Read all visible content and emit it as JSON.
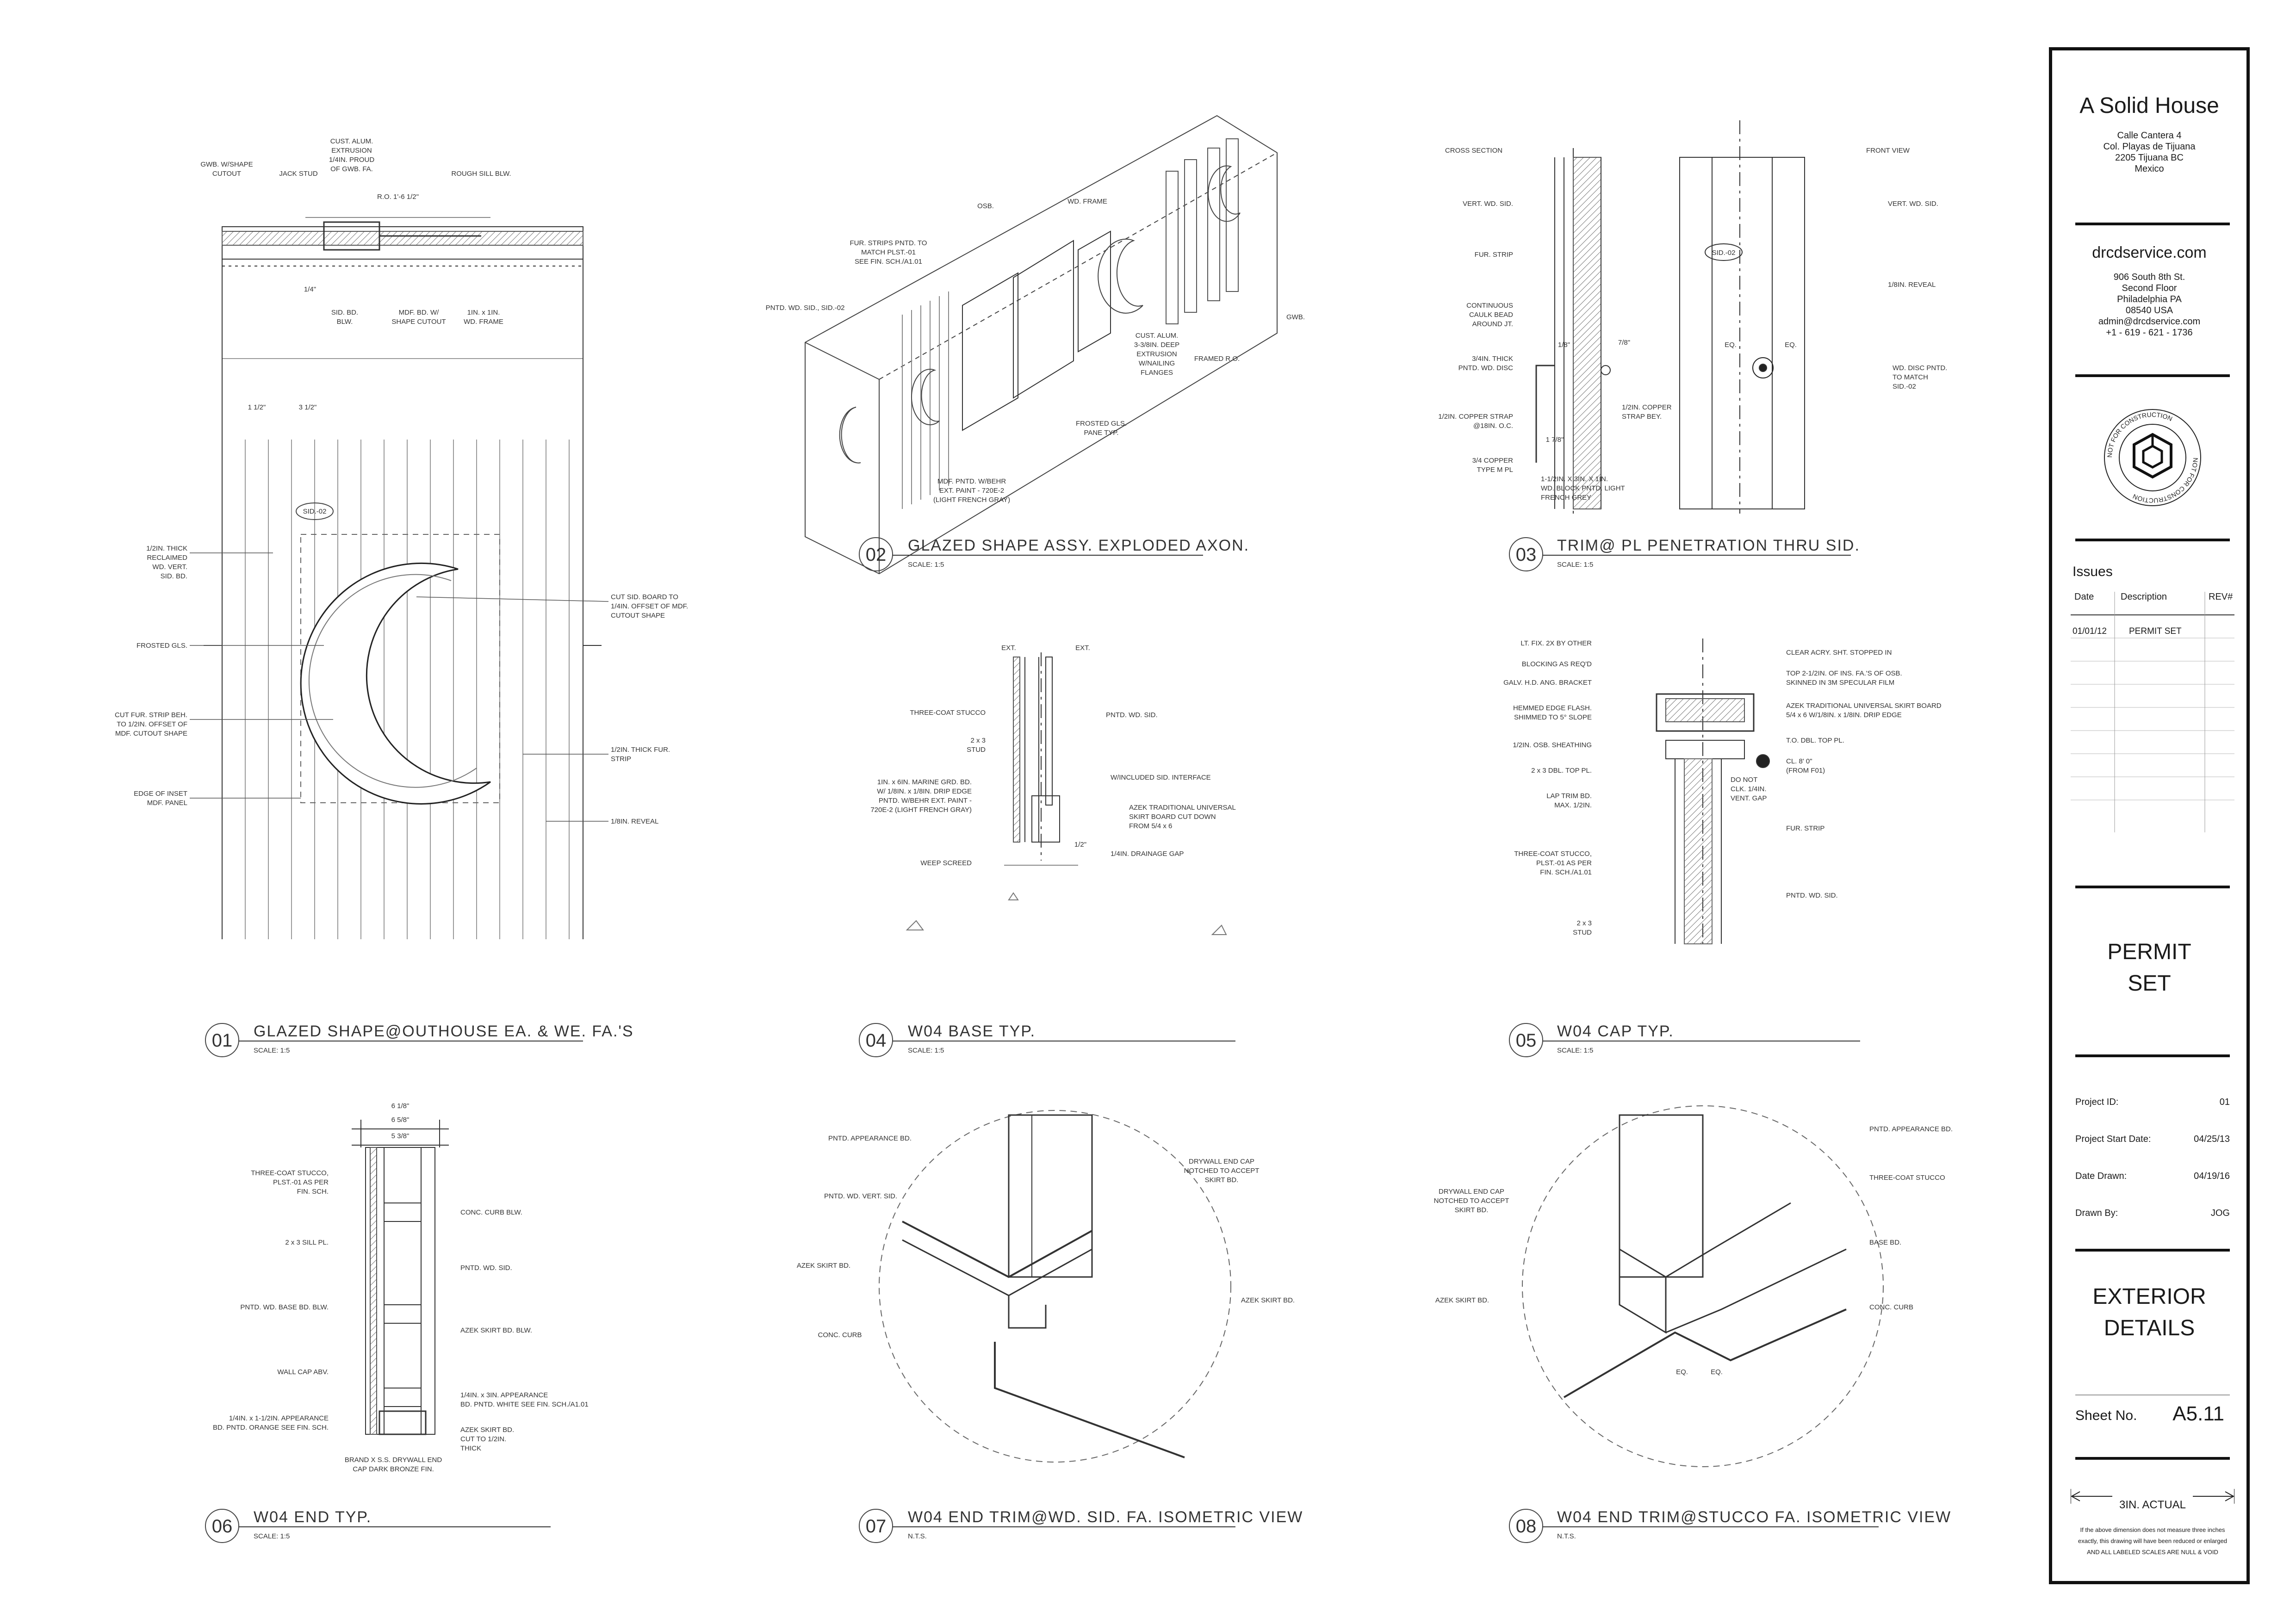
{
  "details": [
    {
      "num": "01",
      "title": "GLAZED SHAPE@OUTHOUSE EA. & WE. FA.'S",
      "scale": "SCALE: 1:5"
    },
    {
      "num": "02",
      "title": "GLAZED SHAPE ASSY. EXPLODED AXON.",
      "scale": "SCALE: 1:5"
    },
    {
      "num": "03",
      "title": "TRIM@ PL PENETRATION THRU SID.",
      "scale": "SCALE: 1:5"
    },
    {
      "num": "04",
      "title": "W04 BASE TYP.",
      "scale": "SCALE: 1:5"
    },
    {
      "num": "05",
      "title": "W04 CAP TYP.",
      "scale": "SCALE: 1:5"
    },
    {
      "num": "06",
      "title": "W04 END TYP.",
      "scale": "SCALE: 1:5"
    },
    {
      "num": "07",
      "title": "W04 END TRIM@WD. SID. FA. ISOMETRIC VIEW",
      "scale": "N.T.S."
    },
    {
      "num": "08",
      "title": "W04 END TRIM@STUCCO FA. ISOMETRIC VIEW",
      "scale": "N.T.S."
    }
  ],
  "d01": {
    "gwb": "GWB. W/SHAPE",
    "cutout": "CUTOUT",
    "jack": "JACK STUD",
    "alum1": "CUST. ALUM.",
    "alum2": "EXTRUSION",
    "alum3": "1/4IN. PROUD",
    "alum4": "OF GWB. FA.",
    "rough": "ROUGH SILL BLW.",
    "ro": "R.O. 1'-6 1/2\"",
    "quarter": "1/4\"",
    "sid1": "SID. BD.",
    "sid2": "BLW.",
    "mdf1": "MDF. BD. W/",
    "mdf2": "SHAPE CUTOUT",
    "frame1": "1IN. x 1IN.",
    "frame2": "WD. FRAME",
    "dim1": "1 1/2\"",
    "dim2": "3 1/2\"",
    "tag": "SID.-02",
    "thick1": "1/2IN. THICK",
    "thick2": "RECLAIMED",
    "thick3": "WD. VERT.",
    "thick4": "SID. BD.",
    "frosted": "FROSTED GLS.",
    "cutfur1": "CUT FUR. STRIP BEH.",
    "cutfur2": "TO 1/2IN. OFFSET OF",
    "cutfur3": "MDF. CUTOUT SHAPE",
    "edge1": "EDGE OF INSET",
    "edge2": "MDF. PANEL",
    "cutsid1": "CUT SID. BOARD TO",
    "cutsid2": "1/4IN. OFFSET OF MDF.",
    "cutsid3": "CUTOUT SHAPE",
    "furstrip1": "1/2IN. THICK FUR.",
    "furstrip2": "STRIP",
    "reveal": "1/8IN. REVEAL"
  },
  "d02": {
    "osb": "OSB.",
    "wdframe": "WD. FRAME",
    "fur1": "FUR. STRIPS PNTD. TO",
    "fur2": "MATCH PLST.-01",
    "fur3": "SEE FIN. SCH./A1.01",
    "pntd": "PNTD. WD. SID., SID.-02",
    "gwb": "GWB.",
    "alum1": "CUST. ALUM.",
    "alum2": "3-3/8IN. DEEP",
    "alum3": "EXTRUSION",
    "alum4": "W/NAILING",
    "alum5": "FLANGES",
    "framed": "FRAMED R.O.",
    "gls1": "FROSTED GLS.",
    "gls2": "PANE TYP.",
    "mdf1": "MDF. PNTD. W/BEHR",
    "mdf2": "EXT. PAINT - 720E-2",
    "mdf3": "(LIGHT FRENCH GRAY)"
  },
  "d03": {
    "cross": "CROSS SECTION",
    "front": "FRONT VIEW",
    "vert": "VERT. WD. SID.",
    "fur": "FUR. STRIP",
    "caulk1": "CONTINUOUS",
    "caulk2": "CAULK BEAD",
    "caulk3": "AROUND JT.",
    "disc1": "3/4IN. THICK",
    "disc2": "PNTD. WD. DISC",
    "strap1": "1/2IN. COPPER STRAP",
    "strap2": "@18IN. O.C.",
    "pipe1": "3/4 COPPER",
    "pipe2": "TYPE M PL",
    "block1": "1-1/2IN. X 3IN. X 1IN.",
    "block2": "WD. BLOCK PNTD. LIGHT",
    "block3": "FRENCH GREY",
    "cstrap1": "1/2IN. COPPER",
    "cstrap2": "STRAP BEY.",
    "vert2": "VERT. WD. SID.",
    "reveal": "1/8IN. REVEAL",
    "tag": "SID.-02",
    "wdisc1": "WD. DISC PNTD.",
    "wdisc2": "TO MATCH",
    "wdisc3": "SID.-02",
    "d1": "1/8\"",
    "d2": "7/8\"",
    "d3": "1 7/8\"",
    "eq": "EQ."
  },
  "d04": {
    "ext": "EXT.",
    "stucco": "THREE-COAT STUCCO",
    "pntd": "PNTD. WD. SID.",
    "stud1": "2 x 3",
    "stud2": "STUD",
    "marine1": "1IN. x 6IN. MARINE GRD. BD.",
    "marine2": "W/ 1/8IN. x 1/8IN. DRIP EDGE",
    "marine3": "PNTD. W/BEHR EXT. PAINT -",
    "marine4": "720E-2 (LIGHT FRENCH GRAY)",
    "interface": "W/INCLUDED SID. INTERFACE",
    "azek1": "AZEK TRADITIONAL UNIVERSAL",
    "azek2": "SKIRT BOARD CUT DOWN",
    "azek3": "FROM 5/4 x 6",
    "gap": "1/4IN. DRAINAGE GAP",
    "weep": "WEEP SCREED",
    "d1": "1/2\""
  },
  "d05": {
    "lt": "LT. FIX. 2X BY OTHER",
    "blocking": "BLOCKING AS REQ'D",
    "galv": "GALV. H.D. ANG. BRACKET",
    "hemmed1": "HEMMED EDGE FLASH.",
    "hemmed2": "SHIMMED TO 5° SLOPE",
    "osb": "1/2IN. OSB. SHEATHING",
    "dbl": "2 x 3 DBL. TOP PL.",
    "lap1": "LAP TRIM BD.",
    "lap2": "MAX. 1/2IN.",
    "stucco1": "THREE-COAT STUCCO,",
    "stucco2": "PLST.-01 AS PER",
    "stucco3": "FIN. SCH./A1.01",
    "stud1": "2 x 3",
    "stud2": "STUD",
    "clear": "CLEAR ACRY. SHT. STOPPED IN",
    "top1": "TOP 2-1/2IN. OF INS. FA.'S OF OSB.",
    "top2": "SKINNED IN 3M SPECULAR FILM",
    "azek1": "AZEK TRADITIONAL UNIVERSAL SKIRT BOARD",
    "azek2": "5/4 x 6 W/1/8IN. x 1/8IN. DRIP EDGE",
    "to": "T.O. DBL. TOP PL.",
    "cl1": "CL. 8' 0\"",
    "cl2": "(FROM F01)",
    "caulk1": "DO NOT",
    "caulk2": "CLK. 1/4IN.",
    "caulk3": "VENT. GAP",
    "fur": "FUR. STRIP",
    "pntd": "PNTD. WD. SID."
  },
  "d06": {
    "w1": "6 1/8\"",
    "w2": "6 5/8\"",
    "w3": "5 3/8\"",
    "stucco1": "THREE-COAT STUCCO,",
    "stucco2": "PLST.-01 AS PER",
    "stucco3": "FIN. SCH.",
    "sill": "2 x 3 SILL PL.",
    "base": "PNTD. WD. BASE BD. BLW.",
    "cap": "WALL CAP ABV.",
    "app1": "1/4IN. x 1-1/2IN. APPEARANCE",
    "app2": "BD. PNTD. ORANGE SEE FIN. SCH.",
    "brand1": "BRAND X S.S. DRYWALL END",
    "brand2": "CAP DARK BRONZE FIN.",
    "curb": "CONC. CURB BLW.",
    "pntd": "PNTD. WD. SID.",
    "azek": "AZEK SKIRT BD. BLW.",
    "app3": "1/4IN. x 3IN. APPEARANCE",
    "app4": "BD. PNTD. WHITE SEE FIN. SCH./A1.01",
    "skirt1": "AZEK SKIRT BD.",
    "skirt2": "CUT TO 1/2IN.",
    "skirt3": "THICK"
  },
  "d07": {
    "app": "PNTD. APPEARANCE BD.",
    "vert": "PNTD. WD. VERT. SID.",
    "azek": "AZEK SKIRT BD.",
    "curb": "CONC. CURB",
    "dry1": "DRYWALL END CAP",
    "dry2": "NOTCHED TO ACCEPT",
    "dry3": "SKIRT BD.",
    "azek2": "AZEK SKIRT BD."
  },
  "d08": {
    "dry1": "DRYWALL END CAP",
    "dry2": "NOTCHED TO ACCEPT",
    "dry3": "SKIRT BD.",
    "azek": "AZEK SKIRT BD.",
    "app": "PNTD. APPEARANCE BD.",
    "stucco": "THREE-COAT STUCCO",
    "base": "BASE BD.",
    "curb": "CONC. CURB",
    "eq": "EQ."
  },
  "titleblock": {
    "firm": "A Solid House",
    "addr": [
      "Calle Cantera 4",
      "Col. Playas de Tijuana",
      "2205 Tijuana BC",
      "Mexico"
    ],
    "site": "drcdservice.com",
    "addr2": [
      "906 South 8th St.",
      "Second Floor",
      "Philadelphia PA",
      "08540 USA",
      "admin@drcdservice.com",
      "+1 - 619 - 621 - 1736"
    ],
    "stamp": "NOT FOR CONSTRUCTION",
    "issues": "Issues",
    "cols": [
      "Date",
      "Description",
      "REV#"
    ],
    "rows": [
      {
        "date": "01/01/12",
        "desc": "PERMIT SET",
        "rev": ""
      }
    ],
    "set": [
      "PERMIT",
      "SET"
    ],
    "project": [
      {
        "k": "Project ID:",
        "v": "01"
      },
      {
        "k": "Project Start Date:",
        "v": "04/25/13"
      },
      {
        "k": "Date Drawn:",
        "v": "04/19/16"
      },
      {
        "k": "Drawn By:",
        "v": "JOG"
      }
    ],
    "sheet_title": [
      "EXTERIOR",
      "DETAILS"
    ],
    "sheet_label": "Sheet No.",
    "sheet_no": "A5.11",
    "actual": "3IN. ACTUAL",
    "disclaimer": [
      "If the above dimension does not measure three inches",
      "exactly, this drawing will have been reduced or enlarged",
      "AND ALL LABELED SCALES ARE NULL & VOID"
    ]
  }
}
